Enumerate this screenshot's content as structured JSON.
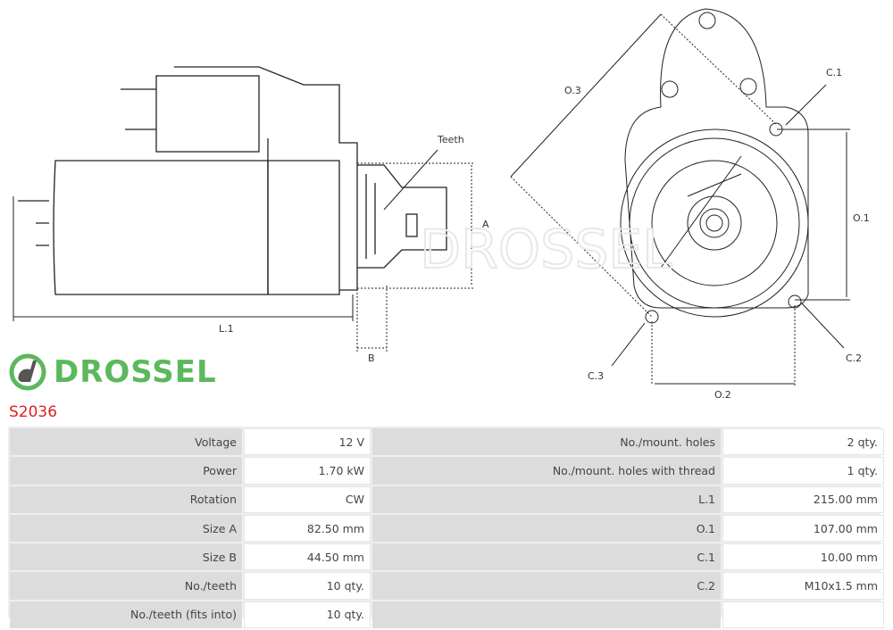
{
  "drawing": {
    "teeth": "Teeth",
    "a": "A",
    "b": "B",
    "l1": "L.1",
    "o1": "O.1",
    "o2": "O.2",
    "o3": "O.3",
    "c1": "C.1",
    "c2": "C.2",
    "c3": "C.3",
    "watermark": "DROSSEL"
  },
  "product_code": "S2036",
  "specs_left": [
    {
      "label": "Voltage",
      "value": "12 V"
    },
    {
      "label": "Power",
      "value": "1.70 kW"
    },
    {
      "label": "Rotation",
      "value": "CW"
    },
    {
      "label": "Size A",
      "value": "82.50 mm"
    },
    {
      "label": "Size B",
      "value": "44.50 mm"
    },
    {
      "label": "No./teeth",
      "value": "10 qty."
    },
    {
      "label": "No./teeth (fits into)",
      "value": "10 qty."
    }
  ],
  "specs_right": [
    {
      "label": "No./mount. holes",
      "value": "2 qty."
    },
    {
      "label": "No./mount. holes with thread",
      "value": "1 qty."
    },
    {
      "label": "L.1",
      "value": "215.00 mm"
    },
    {
      "label": "O.1",
      "value": "107.00 mm"
    },
    {
      "label": "C.1",
      "value": "10.00 mm"
    },
    {
      "label": "C.2",
      "value": "M10x1.5 mm"
    },
    {
      "label": "",
      "value": ""
    }
  ],
  "logo": {
    "text": "DROSSEL",
    "color": "#5cb85c"
  },
  "accent": "#d22222"
}
